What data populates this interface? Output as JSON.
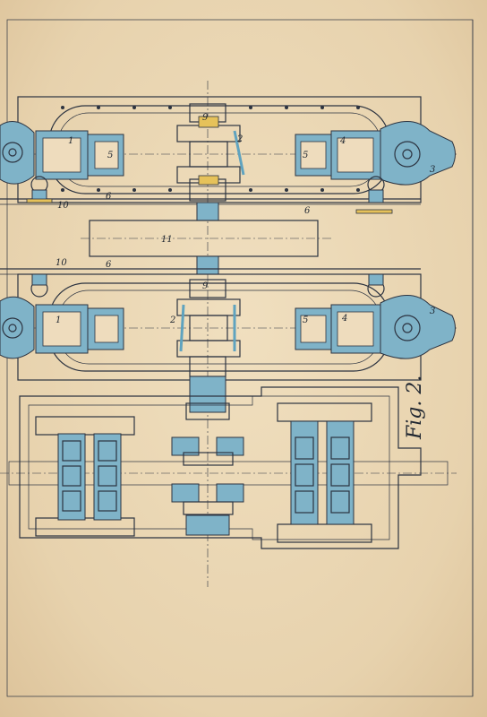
{
  "figure": {
    "caption": "Fig. 2."
  },
  "part_numbers": {
    "p1": "1",
    "p2": "2",
    "p3": "3",
    "p4": "4",
    "p5": "5",
    "p6": "6",
    "p9": "9",
    "p10": "10",
    "p11": "11"
  },
  "colors": {
    "paper": "#e9d6b4",
    "ink": "#2c3340",
    "cylinder_wash": "#7fb3c8",
    "brass_wash": "#e6c25a"
  }
}
